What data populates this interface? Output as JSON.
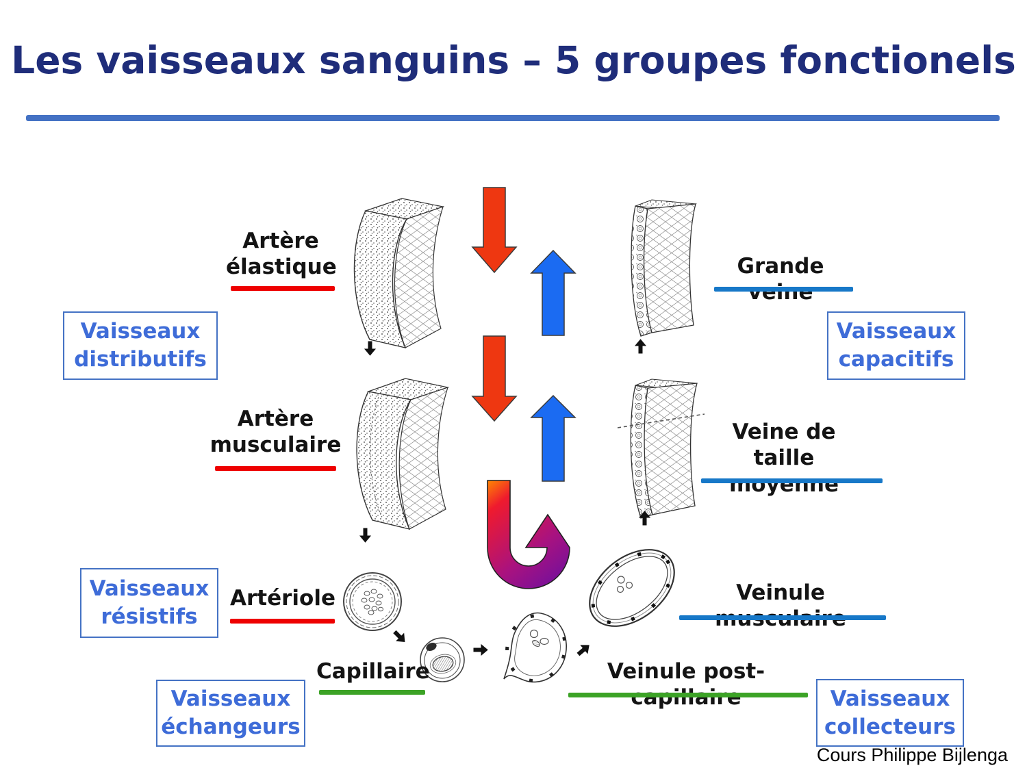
{
  "title": {
    "text": "Les vaisseaux sanguins – 5 groupes fonctionels"
  },
  "credit": {
    "text": "Cours Philippe Bijlenga"
  },
  "labels": {
    "artere_elastique": {
      "lines": [
        "Artère",
        "élastique"
      ],
      "underline": "#EE0000"
    },
    "artere_musculaire": {
      "lines": [
        "Artère",
        "musculaire"
      ],
      "underline": "#EE0000"
    },
    "arteriole": {
      "lines": [
        "Artériole"
      ],
      "underline": "#EE0000"
    },
    "capillaire": {
      "lines": [
        "Capillaire"
      ],
      "underline": "#3CA326"
    },
    "grande_veine": {
      "lines": [
        "Grande veine"
      ],
      "underline": "#1778C8"
    },
    "veine_moyenne": {
      "lines": [
        "Veine de",
        "taille moyenne"
      ],
      "underline": "#1778C8"
    },
    "veinule_musculaire": {
      "lines": [
        "Veinule musculaire"
      ],
      "underline": "#1778C8"
    },
    "veinule_post_capillaire": {
      "lines": [
        "Veinule post-capillaire"
      ],
      "underline": "#3CA326"
    }
  },
  "group_boxes": {
    "distributifs": {
      "lines": [
        "Vaisseaux",
        "distributifs"
      ]
    },
    "capacitifs": {
      "lines": [
        "Vaisseaux",
        "capacitifs"
      ]
    },
    "resistifs": {
      "lines": [
        "Vaisseaux",
        "résistifs"
      ]
    },
    "echangeurs": {
      "lines": [
        "Vaisseaux",
        "échangeurs"
      ]
    },
    "collecteurs": {
      "lines": [
        "Vaisseaux",
        "collecteurs"
      ]
    }
  },
  "colors": {
    "title": "#1F2D7A",
    "rule": "#4472C4",
    "box_border": "#4472C4",
    "box_text": "#3E6CD8",
    "arterial_arrow": "#EE3711",
    "venous_arrow": "#1B6BF2",
    "flow_arrow_stroke": "#3a3a3a",
    "small_arrow": "#111111",
    "uturn_start": "#FF8C00",
    "uturn_end": "#5D0FA8"
  }
}
